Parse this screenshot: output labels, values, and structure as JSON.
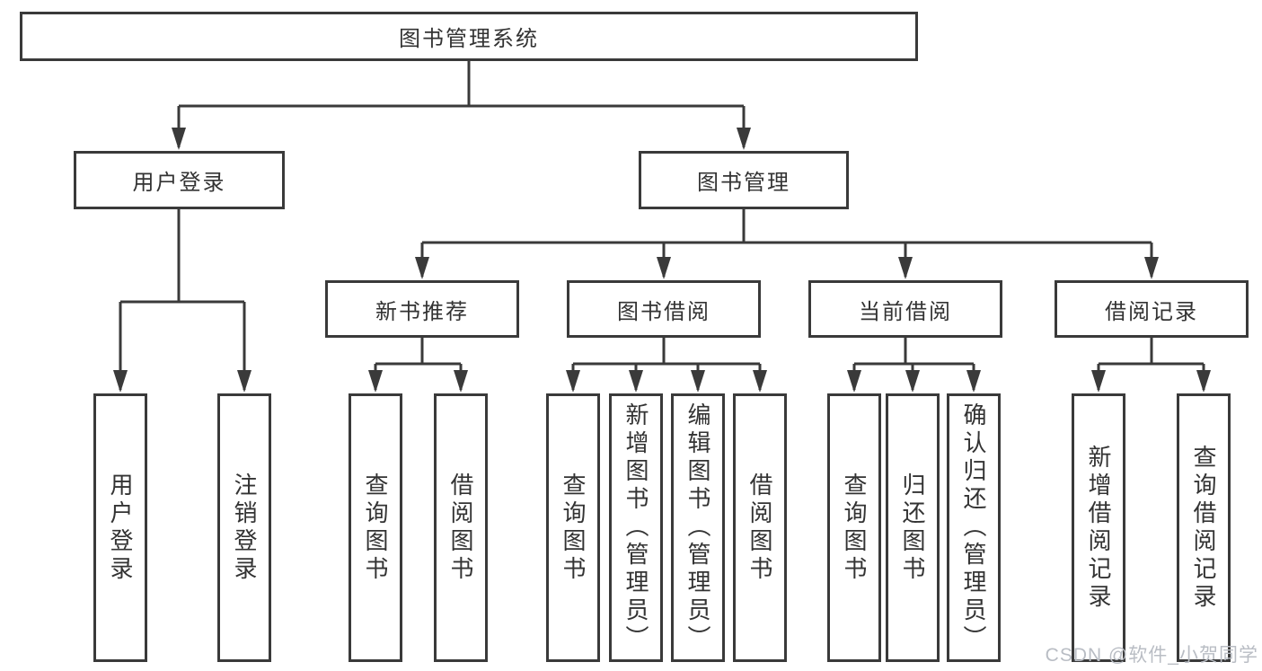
{
  "diagram": {
    "root": {
      "label": "图书管理系统"
    },
    "level2": [
      {
        "label": "用户登录"
      },
      {
        "label": "图书管理"
      }
    ],
    "level3": [
      {
        "label": "新书推荐",
        "parent": "图书管理"
      },
      {
        "label": "图书借阅",
        "parent": "图书管理"
      },
      {
        "label": "当前借阅",
        "parent": "图书管理"
      },
      {
        "label": "借阅记录",
        "parent": "图书管理"
      }
    ],
    "leaves": [
      {
        "label": "用户登录",
        "parent": "用户登录"
      },
      {
        "label": "注销登录",
        "parent": "用户登录"
      },
      {
        "label": "查询图书",
        "parent": "新书推荐"
      },
      {
        "label": "借阅图书",
        "parent": "新书推荐"
      },
      {
        "label": "查询图书",
        "parent": "图书借阅"
      },
      {
        "label": "新增图书（管理员）",
        "parent": "图书借阅"
      },
      {
        "label": "编辑图书（管理员）",
        "parent": "图书借阅"
      },
      {
        "label": "借阅图书",
        "parent": "图书借阅"
      },
      {
        "label": "查询图书",
        "parent": "当前借阅"
      },
      {
        "label": "归还图书",
        "parent": "当前借阅"
      },
      {
        "label": "确认归还（管理员）",
        "parent": "当前借阅"
      },
      {
        "label": "新增借阅记录",
        "parent": "借阅记录"
      },
      {
        "label": "查询借阅记录",
        "parent": "借阅记录"
      }
    ]
  },
  "watermark": {
    "text": "CSDN @软件_小贺同学",
    "color": "#b9bdc4"
  },
  "colors": {
    "line": "#3a3a3a",
    "box_border": "#3a3a3a",
    "text": "#333333",
    "background": "#ffffff"
  }
}
